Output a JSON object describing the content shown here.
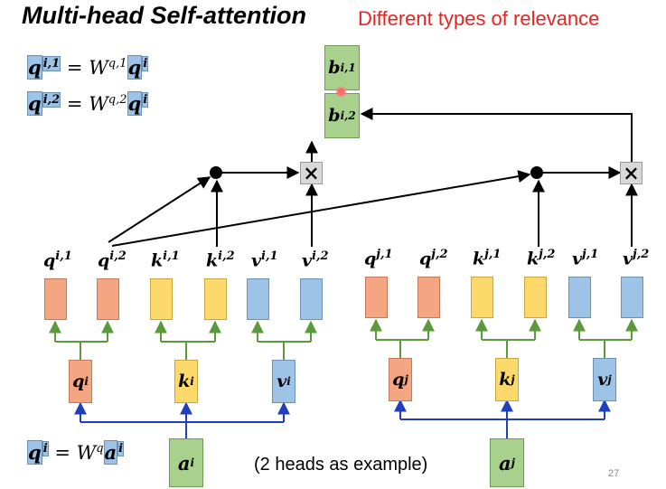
{
  "title": "Multi-head Self-attention",
  "subtitle": "Different types of relevance",
  "equations": {
    "eq1": {
      "lhs_var": "q",
      "lhs_sup": "i,1",
      "eq": "=",
      "w": "W",
      "w_sup": "q,1",
      "rhs_var": "q",
      "rhs_sup": "i"
    },
    "eq2": {
      "lhs_var": "q",
      "lhs_sup": "i,2",
      "eq": "=",
      "w": "W",
      "w_sup": "q,2",
      "rhs_var": "q",
      "rhs_sup": "i"
    },
    "eq3": {
      "lhs_var": "q",
      "lhs_sup": "i",
      "eq": "=",
      "w": "W",
      "w_sup": "q",
      "rhs_var": "a",
      "rhs_sup": "i"
    }
  },
  "outputs": {
    "b1": {
      "base": "b",
      "sup": "i,1"
    },
    "b2": {
      "base": "b",
      "sup": "i,2"
    }
  },
  "head_labels_i": [
    {
      "base": "q",
      "sup": "i,1"
    },
    {
      "base": "q",
      "sup": "i,2"
    },
    {
      "base": "k",
      "sup": "i,1"
    },
    {
      "base": "k",
      "sup": "i,2"
    },
    {
      "base": "v",
      "sup": "i,1"
    },
    {
      "base": "v",
      "sup": "i,2"
    }
  ],
  "head_labels_j": [
    {
      "base": "q",
      "sup": "j,1"
    },
    {
      "base": "q",
      "sup": "j,2"
    },
    {
      "base": "k",
      "sup": "j,1"
    },
    {
      "base": "k",
      "sup": "j,2"
    },
    {
      "base": "v",
      "sup": "j,1"
    },
    {
      "base": "v",
      "sup": "j,2"
    }
  ],
  "mid_boxes": {
    "qi": {
      "base": "q",
      "sup": "i"
    },
    "ki": {
      "base": "k",
      "sup": "i"
    },
    "vi": {
      "base": "v",
      "sup": "i"
    },
    "qj": {
      "base": "q",
      "sup": "j"
    },
    "kj": {
      "base": "k",
      "sup": "j"
    },
    "vj": {
      "base": "v",
      "sup": "j"
    }
  },
  "inputs": {
    "ai": {
      "base": "a",
      "sup": "i"
    },
    "aj": {
      "base": "a",
      "sup": "j"
    }
  },
  "multiply_symbol": "×",
  "note": "(2 heads as example)",
  "page_number": "27",
  "colors": {
    "query": "#f4a582",
    "key": "#fdd96b",
    "value": "#9dc3e6",
    "io": "#a9d18e",
    "input_arrows": "#1f3fbf",
    "split_arrows": "#5b9a3a",
    "title_accent": "#e8231f"
  }
}
